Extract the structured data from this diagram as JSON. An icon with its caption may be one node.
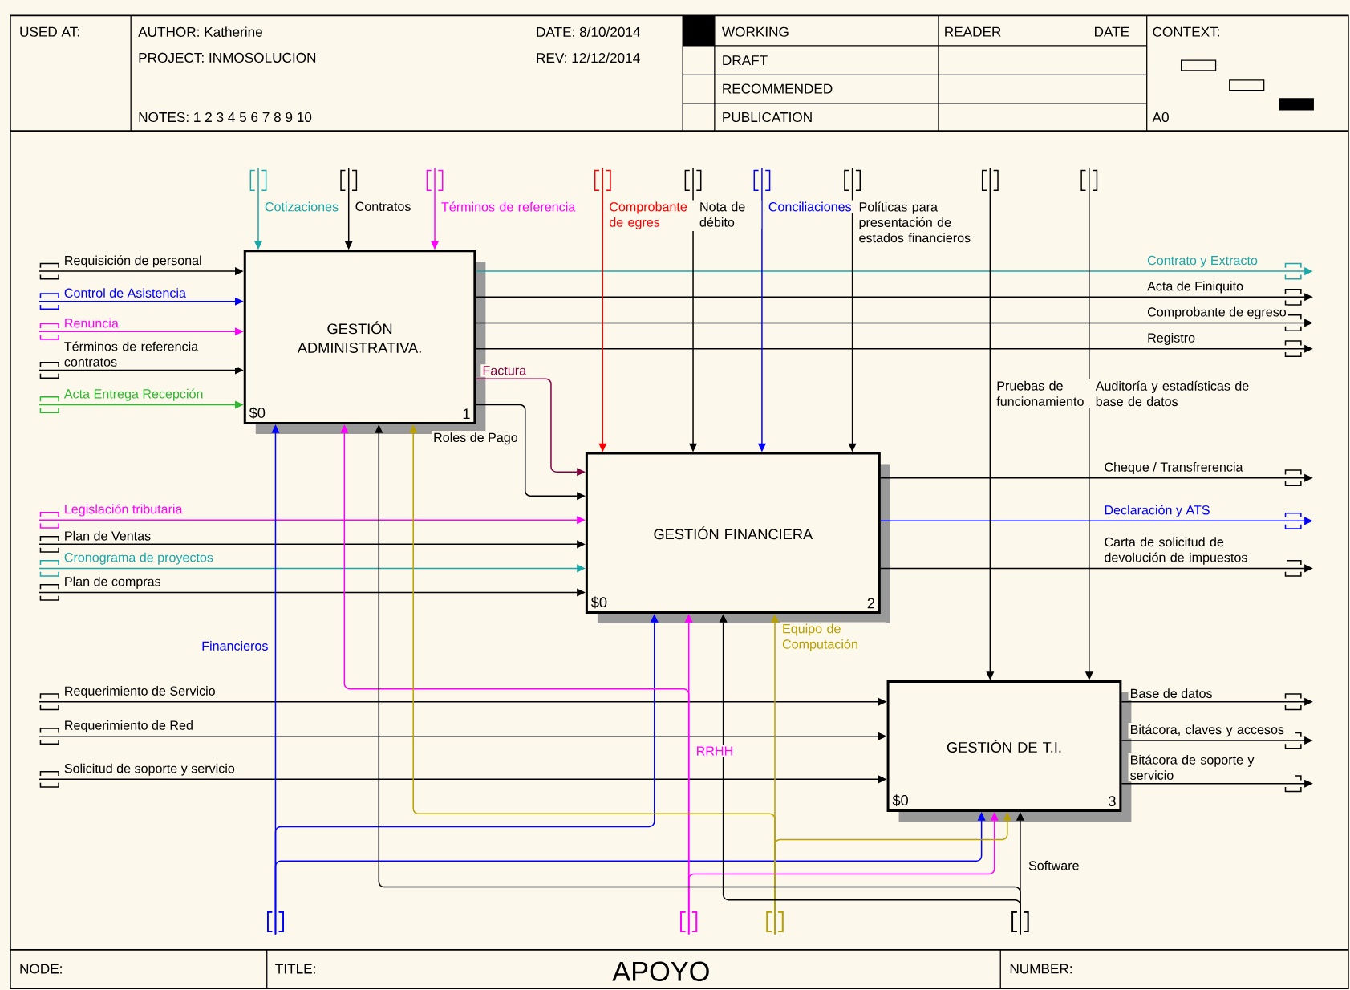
{
  "diagram": {
    "title": "APOYO",
    "nodes": [
      {
        "text": [
          "GESTIÓN ADMINISTRATIVA.",
          "$0",
          "1"
        ]
      },
      {
        "text": [
          "GESTIÓN FINANCIERA",
          "$0",
          "2"
        ]
      },
      {
        "text": [
          "GESTIÓN DE T.I.",
          "$0",
          "3"
        ]
      }
    ],
    "edges": [
      {
        "from": null,
        "to": 0,
        "arrow": "to",
        "label": "Cotizaciones",
        "color": "#1aa7a7"
      },
      {
        "from": null,
        "to": 0,
        "arrow": "to",
        "label": "Contratos"
      },
      {
        "from": null,
        "to": 0,
        "arrow": "to",
        "label": "Términos de referencia",
        "color": "#ff00ff"
      },
      {
        "from": null,
        "to": 0,
        "arrow": "to",
        "label": "Requisición de personal"
      },
      {
        "from": null,
        "to": 0,
        "arrow": "to",
        "label": "Control de Asistencia",
        "color": "#0000ff"
      },
      {
        "from": null,
        "to": 0,
        "arrow": "to",
        "label": "Renuncia",
        "color": "#ff00ff"
      },
      {
        "from": null,
        "to": 0,
        "arrow": "to",
        "label": "Términos de referencia contratos"
      },
      {
        "from": null,
        "to": 0,
        "arrow": "to",
        "label": "Acta Entrega Recepción",
        "color": "#2db82d"
      },
      {
        "from": 0,
        "to": null,
        "arrow": "to",
        "label": "Contrato y Extracto",
        "color": "#1aa7a7"
      },
      {
        "from": 0,
        "to": null,
        "arrow": "to",
        "label": "Acta de Finiquito"
      },
      {
        "from": 0,
        "to": null,
        "arrow": "to",
        "label": "Comprobante de egreso"
      },
      {
        "from": 0,
        "to": null,
        "arrow": "to",
        "label": "Registro"
      },
      {
        "from": 0,
        "to": 1,
        "arrow": "to",
        "label": "Factura",
        "color": "#800040"
      },
      {
        "from": 0,
        "to": 1,
        "arrow": "to",
        "label": "Roles de Pago"
      },
      {
        "from": null,
        "to": 1,
        "arrow": "to",
        "label": "Comprobante de egres",
        "color": "#ff0000"
      },
      {
        "from": null,
        "to": 1,
        "arrow": "to",
        "label": "Nota de débito"
      },
      {
        "from": null,
        "to": 1,
        "arrow": "to",
        "label": "Conciliaciones",
        "color": "#0000ff"
      },
      {
        "from": null,
        "to": 1,
        "arrow": "to",
        "label": "Políticas para presentación de estados financieros"
      },
      {
        "from": null,
        "to": 1,
        "arrow": "to",
        "label": "Legislación tributaria",
        "color": "#ff00ff"
      },
      {
        "from": null,
        "to": 1,
        "arrow": "to",
        "label": "Plan de Ventas"
      },
      {
        "from": null,
        "to": 1,
        "arrow": "to",
        "label": "Cronograma de proyectos",
        "color": "#1aa7a7"
      },
      {
        "from": null,
        "to": 1,
        "arrow": "to",
        "label": "Plan de compras"
      },
      {
        "from": 1,
        "to": null,
        "arrow": "to",
        "label": "Cheque / Transfrerencia"
      },
      {
        "from": 1,
        "to": null,
        "arrow": "to",
        "label": "Declaración y ATS",
        "color": "#0000ff"
      },
      {
        "from": 1,
        "to": null,
        "arrow": "to",
        "label": "Carta de solicitud de devolución de impuestos"
      },
      {
        "from": null,
        "to": 2,
        "arrow": "to",
        "label": "Pruebas de funcionamiento"
      },
      {
        "from": null,
        "to": 2,
        "arrow": "to",
        "label": "Auditoría y estadísticas de base de datos"
      },
      {
        "from": null,
        "to": 2,
        "arrow": "to",
        "label": "Requerimiento de Servicio"
      },
      {
        "from": null,
        "to": 2,
        "arrow": "to",
        "label": "Requerimiento de Red"
      },
      {
        "from": null,
        "to": 2,
        "arrow": "to",
        "label": "Solicitud de soporte y servicio"
      },
      {
        "from": 2,
        "to": null,
        "arrow": "to",
        "label": "Base de datos"
      },
      {
        "from": 2,
        "to": null,
        "arrow": "to",
        "label": "Bitácora, claves y accesos"
      },
      {
        "from": 2,
        "to": null,
        "arrow": "to",
        "label": "Bitácora de soporte y servicio"
      },
      {
        "from": null,
        "to": 0,
        "arrow": "to",
        "label": "Financieros",
        "color": "#0000ff"
      },
      {
        "from": null,
        "to": 1,
        "arrow": "to",
        "color": "#0000ff"
      },
      {
        "from": null,
        "to": 2,
        "arrow": "to",
        "color": "#0000ff"
      },
      {
        "from": null,
        "to": 1,
        "arrow": "to",
        "label": "RRHH",
        "color": "#ff00ff"
      },
      {
        "from": null,
        "to": 0,
        "arrow": "to",
        "color": "#ff00ff"
      },
      {
        "from": null,
        "to": 2,
        "arrow": "to",
        "color": "#ff00ff"
      },
      {
        "from": null,
        "to": 1,
        "arrow": "to",
        "label": "Equipo de Computación",
        "color": "#b8a000"
      },
      {
        "from": null,
        "to": 0,
        "arrow": "to",
        "color": "#b8a000"
      },
      {
        "from": null,
        "to": 2,
        "arrow": "to",
        "color": "#b8a000"
      },
      {
        "from": null,
        "to": 2,
        "arrow": "to",
        "label": "Software"
      },
      {
        "from": null,
        "to": 0,
        "arrow": "to"
      },
      {
        "from": null,
        "to": 1,
        "arrow": "to"
      }
    ],
    "labels": [
      "USED AT:",
      "AUTHOR: Katherine",
      "DATE: 8/10/2014",
      "WORKING",
      "READER",
      "DATE",
      "CONTEXT:",
      "PROJECT: INMOSOLUCION",
      "REV: 12/12/2014",
      "DRAFT",
      "RECOMMENDED",
      "NOTES: 1 2 3 4 5 6 7 8 9 10",
      "PUBLICATION",
      "A0",
      "NODE:",
      "TITLE:",
      "NUMBER:"
    ]
  }
}
